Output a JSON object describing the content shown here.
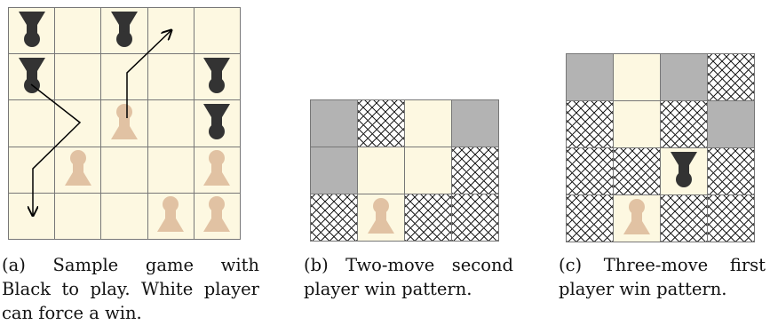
{
  "colors": {
    "empty": "#fdf8e1",
    "blocked": "#b3b3b3",
    "black_piece": "#333333",
    "white_piece": "#e1c2a3",
    "hatch": "#222222",
    "grid": "#777777"
  },
  "boards": [
    {
      "id": "a",
      "cols": 5,
      "rows": 5,
      "cells": [
        [
          "empty:black",
          "empty",
          "empty:black",
          "empty",
          "empty"
        ],
        [
          "empty:black",
          "empty",
          "empty",
          "empty",
          "empty:black"
        ],
        [
          "empty",
          "empty",
          "empty:white",
          "empty",
          "empty:black"
        ],
        [
          "empty",
          "empty:white",
          "empty",
          "empty",
          "empty:white"
        ],
        [
          "empty",
          "empty",
          "empty",
          "empty:white",
          "empty:white"
        ]
      ],
      "caption": [
        "(a)  Sample  game  with",
        "Black to play. White player",
        "can force a win."
      ]
    },
    {
      "id": "b",
      "cols": 4,
      "rows": 3,
      "cells": [
        [
          "gray",
          "hatch",
          "empty",
          "gray"
        ],
        [
          "gray",
          "empty",
          "empty",
          "hatch"
        ],
        [
          "hatch",
          "empty:white",
          "hatch",
          "hatch"
        ]
      ],
      "caption": [
        "(b)  Two-move  second",
        "player win pattern."
      ]
    },
    {
      "id": "c",
      "cols": 4,
      "rows": 4,
      "cells": [
        [
          "gray",
          "empty",
          "gray",
          "hatch"
        ],
        [
          "hatch",
          "empty",
          "hatch",
          "gray"
        ],
        [
          "hatch",
          "hatch",
          "empty:black",
          "hatch"
        ],
        [
          "hatch",
          "empty:white",
          "hatch",
          "hatch"
        ]
      ],
      "caption": [
        "(c)    Three-move    first",
        "player win pattern."
      ]
    }
  ]
}
